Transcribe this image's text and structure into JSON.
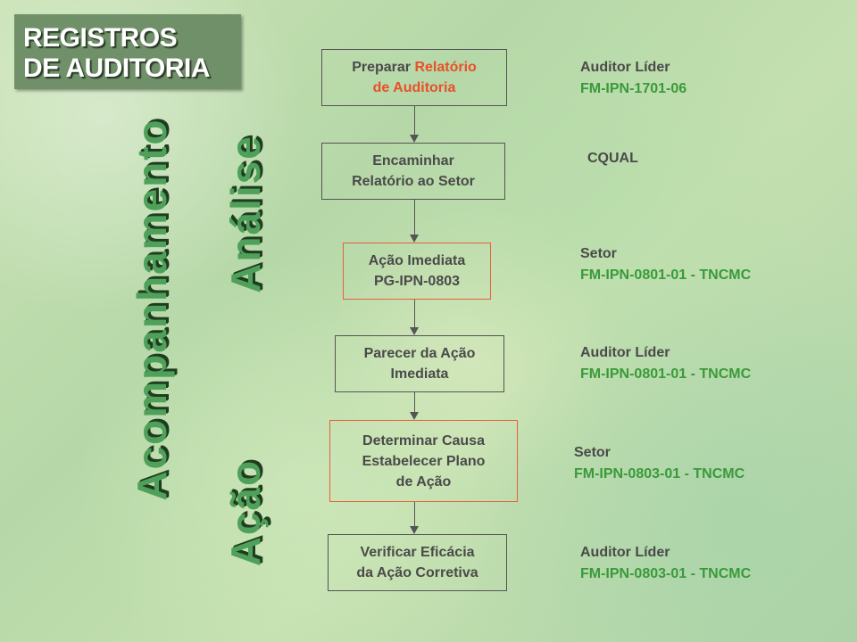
{
  "title": {
    "line1": "REGISTROS",
    "line2": "DE AUDITORIA"
  },
  "vertical_labels": {
    "acompanhamento": "Acompanhamento",
    "analise": "Análise",
    "acao": "Ação"
  },
  "steps": [
    {
      "text_a": "Preparar ",
      "text_b": "Relatório",
      "text_c": "de Auditoria"
    },
    {
      "line1": "Encaminhar",
      "line2": "Relatório ao Setor"
    },
    {
      "line1": "Ação Imediata",
      "line2": "PG-IPN-0803"
    },
    {
      "line1": "Parecer da Ação",
      "line2": "Imediata"
    },
    {
      "line1": "Determinar Causa",
      "line2": "Estabelecer Plano",
      "line3": "de Ação"
    },
    {
      "line1": "Verificar Eficácia",
      "line2": "da Ação Corretiva"
    }
  ],
  "notes": [
    {
      "who": "Auditor Líder",
      "doc": "FM-IPN-1701-06"
    },
    {
      "who": "CQUAL",
      "doc": ""
    },
    {
      "who": "Setor",
      "doc": "FM-IPN-0801-01 - TNCMC"
    },
    {
      "who": "Auditor Líder",
      "doc": "FM-IPN-0801-01 - TNCMC"
    },
    {
      "who": "Setor",
      "doc": "FM-IPN-0803-01 - TNCMC"
    },
    {
      "who": "Auditor Líder",
      "doc": "FM-IPN-0803-01 - TNCMC"
    }
  ],
  "colors": {
    "title_bg": "#6f9068",
    "accent_red": "#e8502a",
    "doc_green": "#3a9a3a",
    "vertical_green": "#4fa05a"
  }
}
